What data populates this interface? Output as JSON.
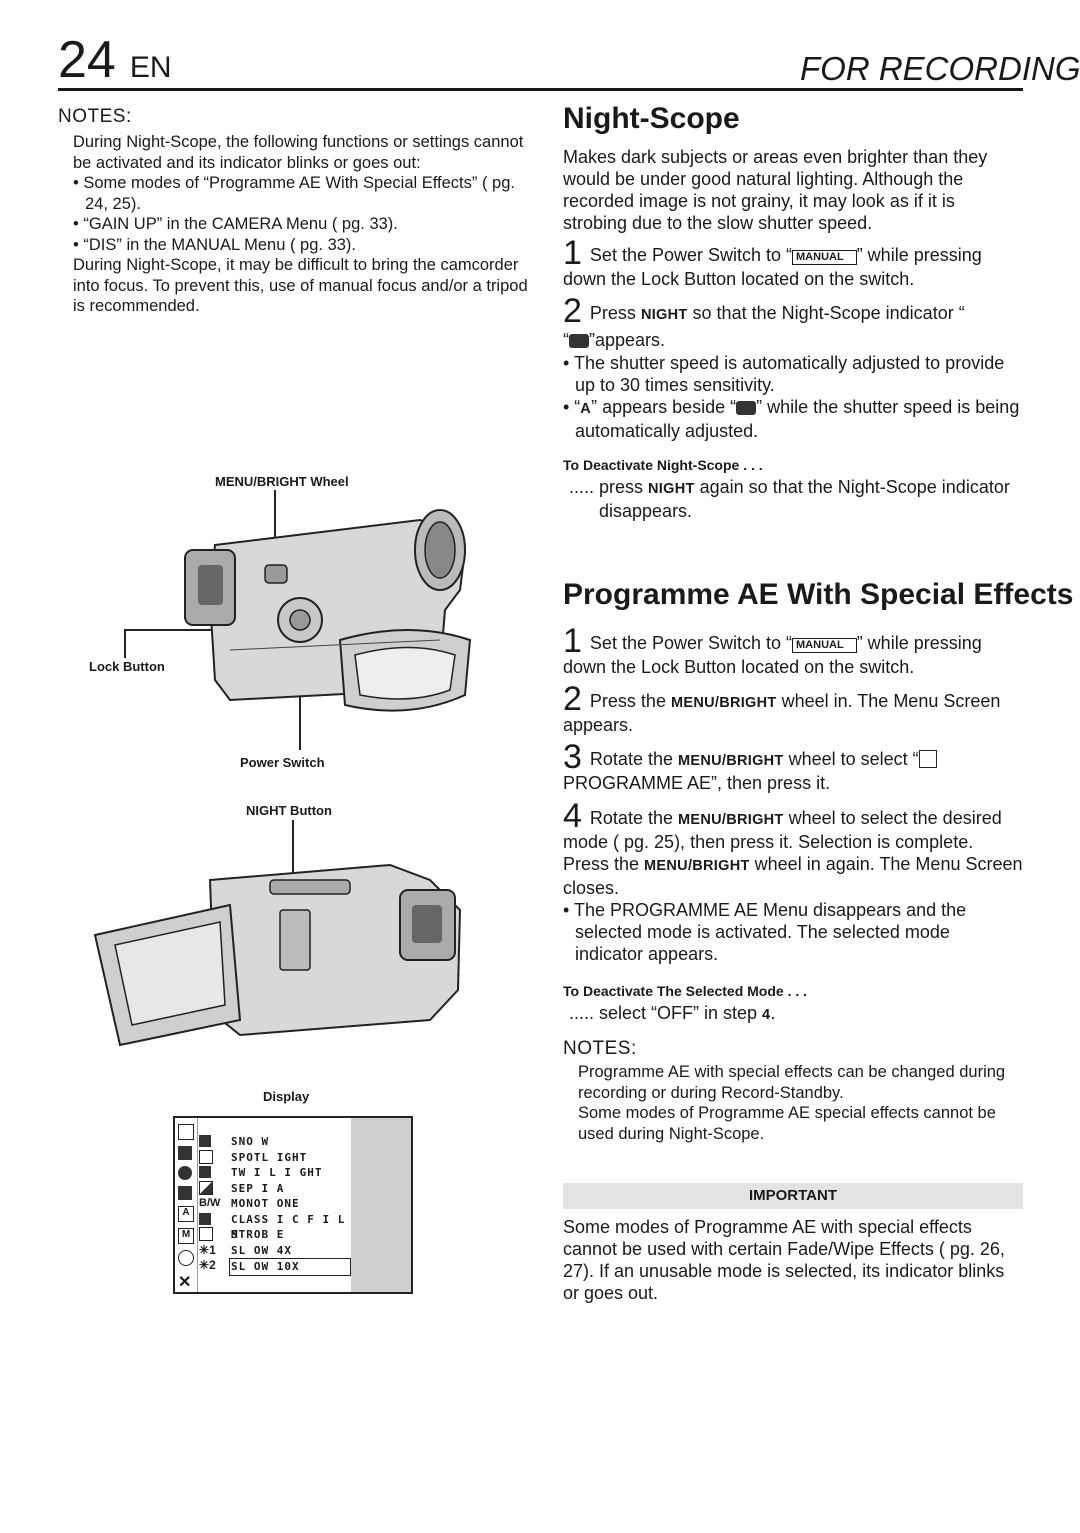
{
  "header": {
    "page": "24",
    "lang": "EN",
    "section": "FOR RECORDING"
  },
  "left": {
    "notes_title": "NOTES:",
    "notes_intro": "During Night-Scope, the following functions or settings cannot be activated and its indicator blinks or goes out:",
    "bullets": [
      "• Some modes of “Programme AE With Special Effects” (  pg. 24, 25).",
      "• “GAIN UP” in the CAMERA Menu (  pg. 33).",
      "• “DIS” in the MANUAL Menu (  pg. 33)."
    ],
    "notes_outro": "During Night-Scope, it may be difficult to bring the camcorder into focus. To prevent this, use of manual focus and/or a tripod is recommended.",
    "captions": {
      "menu_bright_wheel": "MENU/BRIGHT Wheel",
      "lock_button": "Lock Button",
      "power_switch": "Power Switch",
      "night_button": "NIGHT Button",
      "display": "Display"
    },
    "display_menu": [
      "SNO W",
      "SPOTL  IGHT",
      "TW I L I GHT",
      "SEP I A",
      "MONOT  ONE",
      "CLASS  I C  F I L M",
      "STROB  E",
      "SL OW   4X",
      "SL OW   10X"
    ],
    "display_icons": [
      "1",
      "2"
    ]
  },
  "night_scope": {
    "title": "Night-Scope",
    "intro": "Makes dark subjects or areas even brighter than they would be under good natural lighting. Although the recorded image is not grainy, it may look as if it is strobing due to the slow shutter speed.",
    "step1_num": "1",
    "step1_a": "Set the Power Switch to “",
    "step1_manual": "MANUAL",
    "step1_b": "” while pressing down the Lock Button located on the switch.",
    "step2_num": "2",
    "step2_a": "Press ",
    "step2_key": "NIGHT",
    "step2_b": " so that the Night-Scope indicator “",
    "step2_c": "”appears.",
    "bullet1": "• The shutter speed is automatically adjusted to provide up to 30 times sensitivity.",
    "bullet2_a": "• “",
    "bullet2_key": "A",
    "bullet2_b": "” appears beside “",
    "bullet2_c": "” while the shutter speed is being automatically adjusted.",
    "deact_title": "To Deactivate Night-Scope . . .",
    "deact_a": "..... press ",
    "deact_key": "NIGHT",
    "deact_b": " again so that the Night-Scope indicator disappears."
  },
  "programme_ae": {
    "title": "Programme AE With Special Effects",
    "step1_num": "1",
    "step1_a": "Set the Power Switch to “",
    "step1_manual": "MANUAL",
    "step1_b": "” while pressing down the Lock Button located on the switch.",
    "step2_num": "2",
    "step2_a": "Press the ",
    "step2_key": "MENU/BRIGHT",
    "step2_b": " wheel in. The Menu Screen appears.",
    "step3_num": "3",
    "step3_a": "Rotate the ",
    "step3_key": "MENU/BRIGHT",
    "step3_b": " wheel to select “",
    "step3_c": " PROGRAMME AE”, then press it.",
    "step4_num": "4",
    "step4_a": "Rotate the ",
    "step4_key": "MENU/BRIGHT",
    "step4_b": " wheel to select the desired mode (  pg. 25), then press it. Selection is complete. Press the ",
    "step4_key2": "MENU/BRIGHT",
    "step4_c": " wheel in again. The Menu Screen closes.",
    "bullet": "• The PROGRAMME AE Menu disappears and the selected mode is activated. The selected mode indicator appears.",
    "deact_title": "To Deactivate The Selected Mode . . .",
    "deact_a": "..... select “OFF” in step ",
    "deact_key": "4",
    "deact_b": ".",
    "notes_title": "NOTES:",
    "note1": "Programme AE with special effects can be changed during recording or during Record-Standby.",
    "note2": "Some modes of Programme AE special effects cannot be used during Night-Scope.",
    "important_title": "IMPORTANT",
    "important_text": "Some modes of Programme AE with special effects cannot be used with certain Fade/Wipe Effects (  pg. 26, 27). If an unusable mode is selected, its indicator blinks or goes out."
  }
}
